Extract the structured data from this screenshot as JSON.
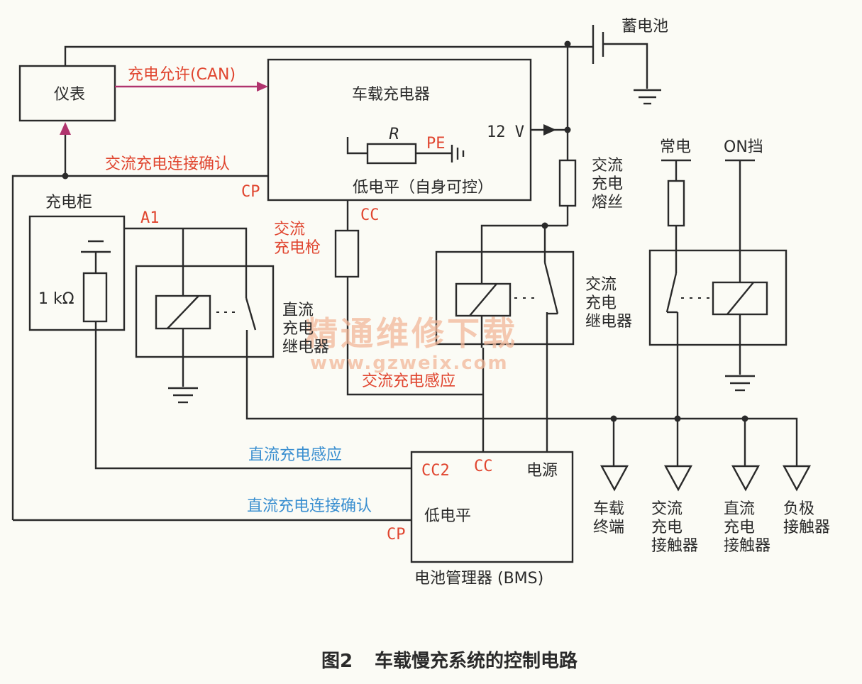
{
  "labels": {
    "battery": "蓄电池",
    "meter": "仪表",
    "charge_permit": "充电允许(CAN)",
    "obc": "车载充电器",
    "r": "R",
    "pe": "PE",
    "v12": "12 V",
    "ac_confirm": "交流充电连接确认",
    "low_level_self": "低电平（自身可控）",
    "cp_obc": "CP",
    "cc_obc": "CC",
    "charger_cabinet": "充电柜",
    "a1": "A1",
    "res_1k": "1 kΩ",
    "ac_gun_1": "交流",
    "ac_gun_2": "充电枪",
    "dc_relay_1": "直流",
    "dc_relay_2": "充电",
    "dc_relay_3": "继电器",
    "ac_fuse_1": "交流",
    "ac_fuse_2": "充电",
    "ac_fuse_3": "熔丝",
    "ac_relay_1": "交流",
    "ac_relay_2": "充电",
    "ac_relay_3": "继电器",
    "constant_power": "常电",
    "on_gear": "ON挡",
    "ac_sense": "交流充电感应",
    "dc_sense": "直流充电感应",
    "dc_confirm": "直流充电连接确认",
    "cc2": "CC2",
    "cc_bms": "CC",
    "power": "电源",
    "low_level": "低电平",
    "cp_bms": "CP",
    "bms": "电池管理器 (BMS)",
    "out1_1": "车载",
    "out1_2": "终端",
    "out2_1": "交流",
    "out2_2": "充电",
    "out2_3": "接触器",
    "out3_1": "直流",
    "out3_2": "充电",
    "out3_3": "接触器",
    "out4_1": "负极",
    "out4_2": "接触器"
  },
  "watermark": {
    "text": "精通维修下载",
    "url": "www.gzweix.com"
  },
  "caption": {
    "figure": "图2",
    "title": "车载慢充系统的控制电路"
  },
  "colors": {
    "wire": "#2a2a2a",
    "red_label": "#e0452f",
    "blue_label": "#3a8fd0",
    "arrow": "#b0346e",
    "watermark": "#f2b89a",
    "background": "#fbfbf5"
  }
}
